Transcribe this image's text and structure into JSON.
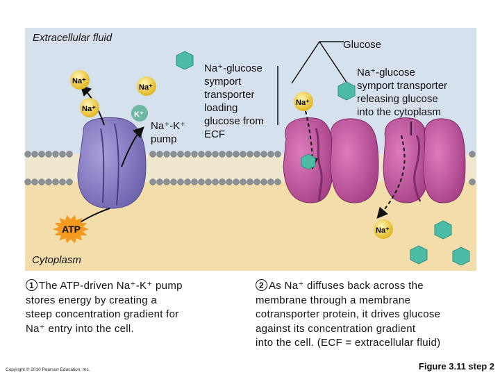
{
  "labels": {
    "extracellular": "Extracellular fluid",
    "cytoplasm": "Cytoplasm",
    "glucose": "Glucose",
    "pump_line1": "Na⁺-K⁺",
    "pump_line2": "pump",
    "loading_1": "Na⁺-glucose",
    "loading_2": "symport",
    "loading_3": "transporter",
    "loading_4": "loading",
    "loading_5": "glucose from",
    "loading_6": "ECF",
    "releasing_1": "Na⁺-glucose",
    "releasing_2": "symport transporter",
    "releasing_3": "releasing glucose",
    "releasing_4": "into the cytoplasm"
  },
  "ions": {
    "na": "Na⁺",
    "k": "K⁺",
    "atp": "ATP"
  },
  "steps": {
    "step1_num": "1",
    "step1_l1": "The ATP-driven Na⁺-K⁺ pump",
    "step1_l2": "stores energy by creating a",
    "step1_l3": "steep concentration gradient for",
    "step1_l4": "Na⁺ entry into the cell.",
    "step2_num": "2",
    "step2_l1": "As Na⁺ diffuses back across the",
    "step2_l2": "membrane through a membrane",
    "step2_l3": "cotransporter protein, it drives glucose",
    "step2_l4": "against its concentration gradient",
    "step2_l5": "into the cell. (ECF = extracellular fluid)"
  },
  "footer": {
    "copyright": "Copyright © 2010 Pearson Education, Inc.",
    "figure": "Figure 3.11 step 2"
  },
  "colors": {
    "ecf": "#d6e1ee",
    "cytoplasm": "#f3deab",
    "pump": "#8a7fc2",
    "symporter": "#c2559f",
    "na_ion": "#efcb35",
    "glucose": "#4dbca6",
    "k_ion": "#6db7a3"
  }
}
